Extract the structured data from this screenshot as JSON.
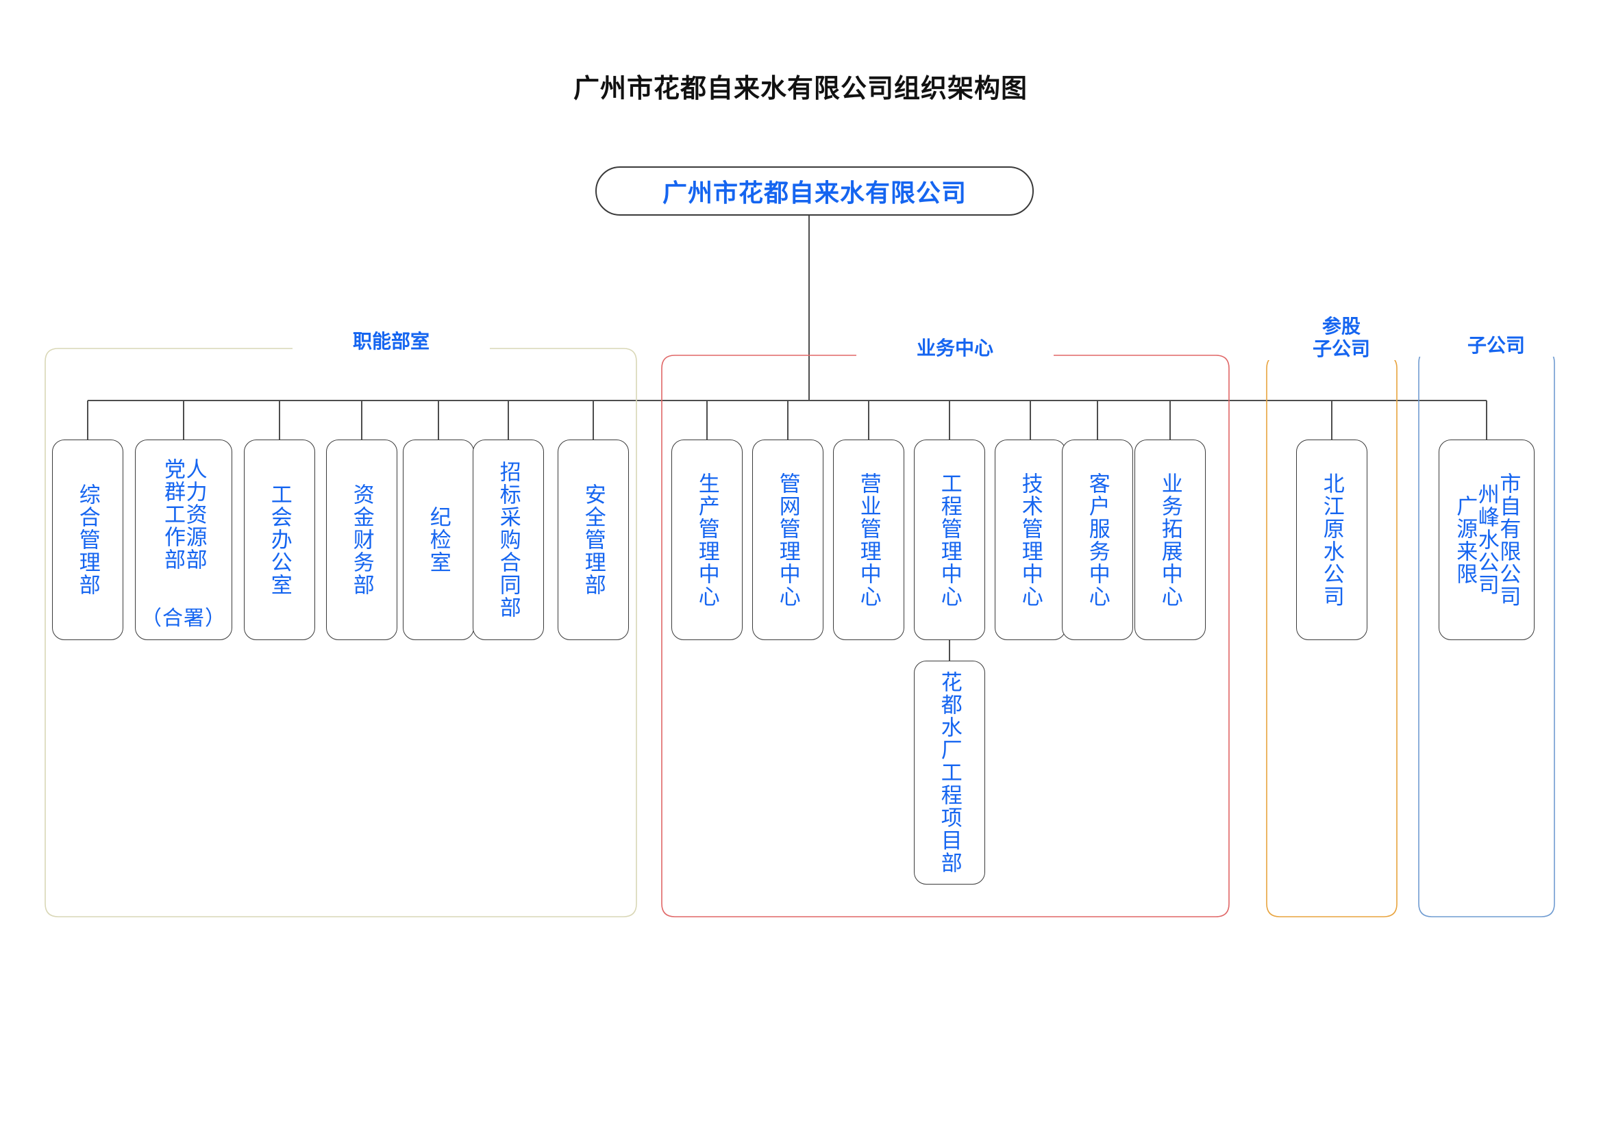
{
  "title": "广州市花都自来水有限公司组织架构图",
  "root": {
    "label": "广州市花都自来水有限公司",
    "color": "#1565f0"
  },
  "colors": {
    "node_text": "#1565f0",
    "node_border": "#3a3a3a",
    "connector": "#4d4d4d",
    "group_functional_border": "#d9d7b6",
    "group_business_border": "#e06666",
    "group_affiliate_border": "#e8a33d",
    "group_subsidiary_border": "#6f9bd1",
    "title_text": "#111111",
    "background": "#ffffff"
  },
  "groups": [
    {
      "id": "functional",
      "label": "职能部室",
      "border_color": "#d9d7b6",
      "nodes": [
        {
          "label": "综合管理部",
          "columns": [
            "综合管理部"
          ]
        },
        {
          "label": "党群工作部 人力资源部（合署）",
          "columns": [
            "人力资源部",
            "党群工作部"
          ],
          "extra": "（合署）"
        },
        {
          "label": "工会办公室",
          "columns": [
            "工会办公室"
          ]
        },
        {
          "label": "资金财务部",
          "columns": [
            "资金财务部"
          ]
        },
        {
          "label": "纪检室",
          "columns": [
            "纪检室"
          ]
        },
        {
          "label": "招标采购合同部",
          "columns": [
            "招标采购合同部"
          ]
        },
        {
          "label": "安全管理部",
          "columns": [
            "安全管理部"
          ]
        }
      ]
    },
    {
      "id": "business",
      "label": "业务中心",
      "border_color": "#e06666",
      "nodes": [
        {
          "label": "生产管理中心",
          "columns": [
            "生产管理中心"
          ]
        },
        {
          "label": "管网管理中心",
          "columns": [
            "管网管理中心"
          ]
        },
        {
          "label": "营业管理中心",
          "columns": [
            "营业管理中心"
          ]
        },
        {
          "label": "工程管理中心",
          "columns": [
            "工程管理中心"
          ],
          "child": {
            "label": "花都水厂工程项目部",
            "columns": [
              "花都水厂工程项目部"
            ]
          }
        },
        {
          "label": "技术管理中心",
          "columns": [
            "技术管理中心"
          ]
        },
        {
          "label": "客户服务中心",
          "columns": [
            "客户服务中心"
          ]
        },
        {
          "label": "业务拓展中心",
          "columns": [
            "业务拓展中心"
          ]
        }
      ]
    },
    {
      "id": "affiliate",
      "label": "参股\n子公司",
      "label_line1": "参股",
      "label_line2": "子公司",
      "border_color": "#e8a33d",
      "nodes": [
        {
          "label": "北江原水公司",
          "columns": [
            "北江原水公司"
          ]
        }
      ]
    },
    {
      "id": "subsidiary",
      "label": "子公司",
      "border_color": "#6f9bd1",
      "nodes": [
        {
          "label": "广州市源峰自来水有限公司",
          "columns": [
            "市自有限公司",
            "州峰水公司",
            "广源来限"
          ]
        }
      ]
    }
  ]
}
